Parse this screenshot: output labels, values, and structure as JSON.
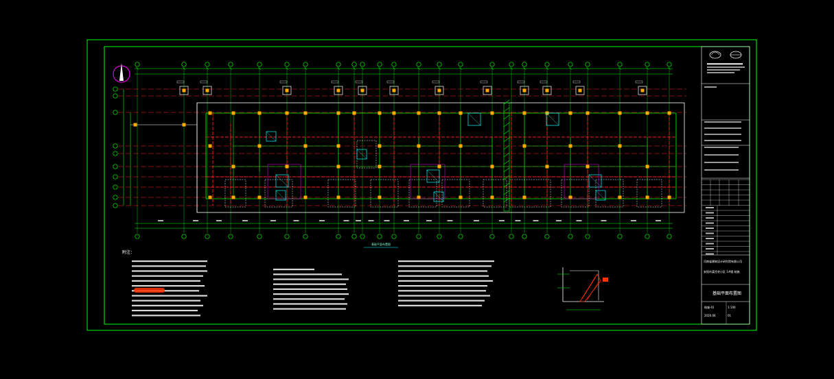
{
  "colors": {
    "background": "#000000",
    "border_green": "#00ff00",
    "wall_white": "#ffffff",
    "axis_red": "#ff2020",
    "column_orange": "#ffaa00",
    "magenta": "#ff00ff",
    "cyan": "#00ffff",
    "highlight_red": "#ff3300"
  },
  "icons": {
    "north_arrow": "north-arrow-icon",
    "company_logo": "company-logo-icon",
    "partner_logo": "partner-logo-icon"
  },
  "drawing": {
    "plan_caption": "基础平面布置图",
    "notes_heading": "附注："
  },
  "title_block": {
    "company_line": "河南省建筑设计研究院有限公司",
    "project_line": "安阳市某住宅小区 1#楼 结施",
    "drawing_title": "基础平面布置图",
    "table_values": [
      "结施-01",
      "1:100",
      "2020.06",
      "01"
    ]
  }
}
